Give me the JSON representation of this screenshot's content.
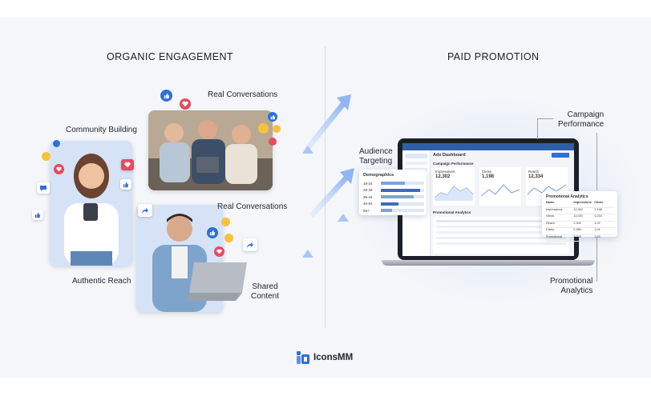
{
  "organic": {
    "heading": "ORGANIC ENGAGEMENT",
    "labels": {
      "real_conversations_top": "Real Conversations",
      "community_building": "Community Building",
      "real_conversations_mid": "Real Conversations",
      "authentic_reach": "Authentic Reach",
      "shared_content_line1": "Shared",
      "shared_content_line2": "Content"
    }
  },
  "paid": {
    "heading": "PAID PROMOTION",
    "labels": {
      "audience_line1": "Audience",
      "audience_line2": "Targeting",
      "campaign_line1": "Campaign",
      "campaign_line2": "Performance",
      "promo_line1": "Promotional",
      "promo_line2": "Analytics"
    },
    "dashboard": {
      "title": "Ads Dashboard",
      "section_campaign": "Campaign Performance",
      "metrics": [
        {
          "label": "Impressions",
          "value": "12,302"
        },
        {
          "label": "Clicks",
          "value": "1,198"
        },
        {
          "label": "Reach",
          "value": "12,334"
        }
      ],
      "section_analytics": "Promotional Analytics"
    },
    "demographics": {
      "title": "Demographics",
      "rows": [
        {
          "label": "18-24",
          "level": 0.55
        },
        {
          "label": "25-34",
          "level": 0.9
        },
        {
          "label": "35-44",
          "level": 0.75
        },
        {
          "label": "45-54",
          "level": 0.4
        },
        {
          "label": "55+",
          "level": 0.25
        }
      ]
    },
    "promo_card": {
      "title": "Promotional Analytics",
      "columns": [
        "Name",
        "Impressions",
        "Clicks"
      ],
      "rows": [
        [
          "Impressions",
          "12,302",
          "1,198"
        ],
        [
          "Views",
          "11,020",
          "1,034"
        ],
        [
          "Reach",
          "2,302",
          "1,02"
        ],
        [
          "Clicks",
          "2,380",
          "1,04"
        ],
        [
          "Promotional",
          "4,020",
          "1,93"
        ]
      ]
    }
  },
  "brand": {
    "name": "IconsMM",
    "accent": "#2f6fd6"
  }
}
